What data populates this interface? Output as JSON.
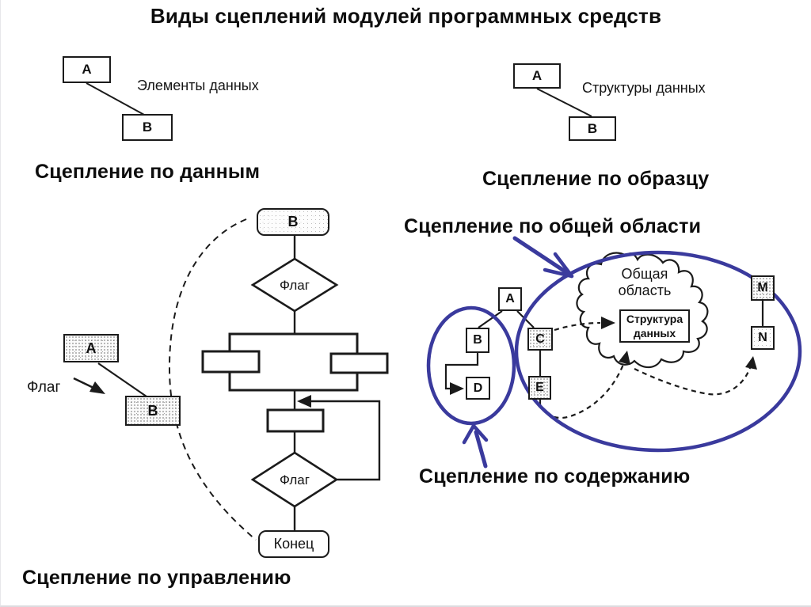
{
  "title": "Виды сцеплений модулей программных средств",
  "colors": {
    "accent_blue": "#3a3a9d",
    "ink": "#1b1b1b"
  },
  "data_coupling": {
    "caption": "Сцепление по данным",
    "connection_label": "Элементы данных",
    "module_a": "A",
    "module_b": "B"
  },
  "stamp_coupling": {
    "caption": "Сцепление по образцу",
    "connection_label": "Структуры данных",
    "module_a": "A",
    "module_b": "B"
  },
  "control_coupling": {
    "caption": "Сцепление по управлению",
    "flag_label": "Флаг",
    "module_a": "A",
    "module_b": "B",
    "entry_block": "B",
    "decision_1": "Флаг",
    "decision_2": "Флаг",
    "end_block": "Конец"
  },
  "common_coupling": {
    "heading": "Сцепление по общей области",
    "cloud_line_1": "Общая",
    "cloud_line_2": "область",
    "struct_line_1": "Структура",
    "struct_line_2": "данных",
    "module_a": "A",
    "module_b": "B",
    "module_c": "C",
    "module_d": "D",
    "module_e": "E",
    "module_m": "M",
    "module_n": "N"
  },
  "content_coupling": {
    "caption": "Сцепление по содержанию"
  }
}
